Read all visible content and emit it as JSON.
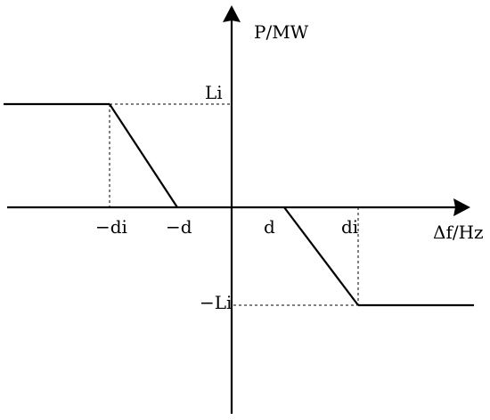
{
  "axes": {
    "x_label": "Δf/Hz",
    "y_label": "P/MW"
  },
  "labels": {
    "neg_di": "−di",
    "neg_d": "−d",
    "d": "d",
    "di": "di",
    "Li": "Li",
    "neg_Li": "−Li"
  },
  "colors": {
    "line": "#000000",
    "background": "#ffffff"
  }
}
